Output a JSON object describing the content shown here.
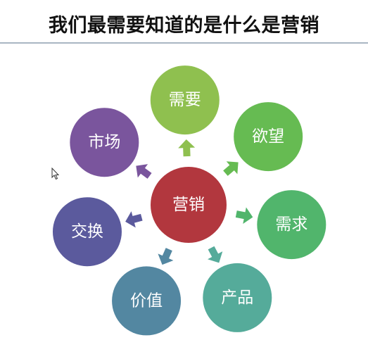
{
  "title": "我们最需要知道的是什么是营销",
  "center": {
    "label": "营销",
    "color": "#b2373e"
  },
  "nodes": [
    {
      "key": "need",
      "label": "需要",
      "color": "#8fc04f"
    },
    {
      "key": "desire",
      "label": "欲望",
      "color": "#66bb52"
    },
    {
      "key": "demand",
      "label": "需求",
      "color": "#51b56c"
    },
    {
      "key": "product",
      "label": "产品",
      "color": "#55ab9a"
    },
    {
      "key": "value",
      "label": "价值",
      "color": "#5387a1"
    },
    {
      "key": "exchange",
      "label": "交换",
      "color": "#5b5a9d"
    },
    {
      "key": "market",
      "label": "市场",
      "color": "#7a559d"
    }
  ]
}
